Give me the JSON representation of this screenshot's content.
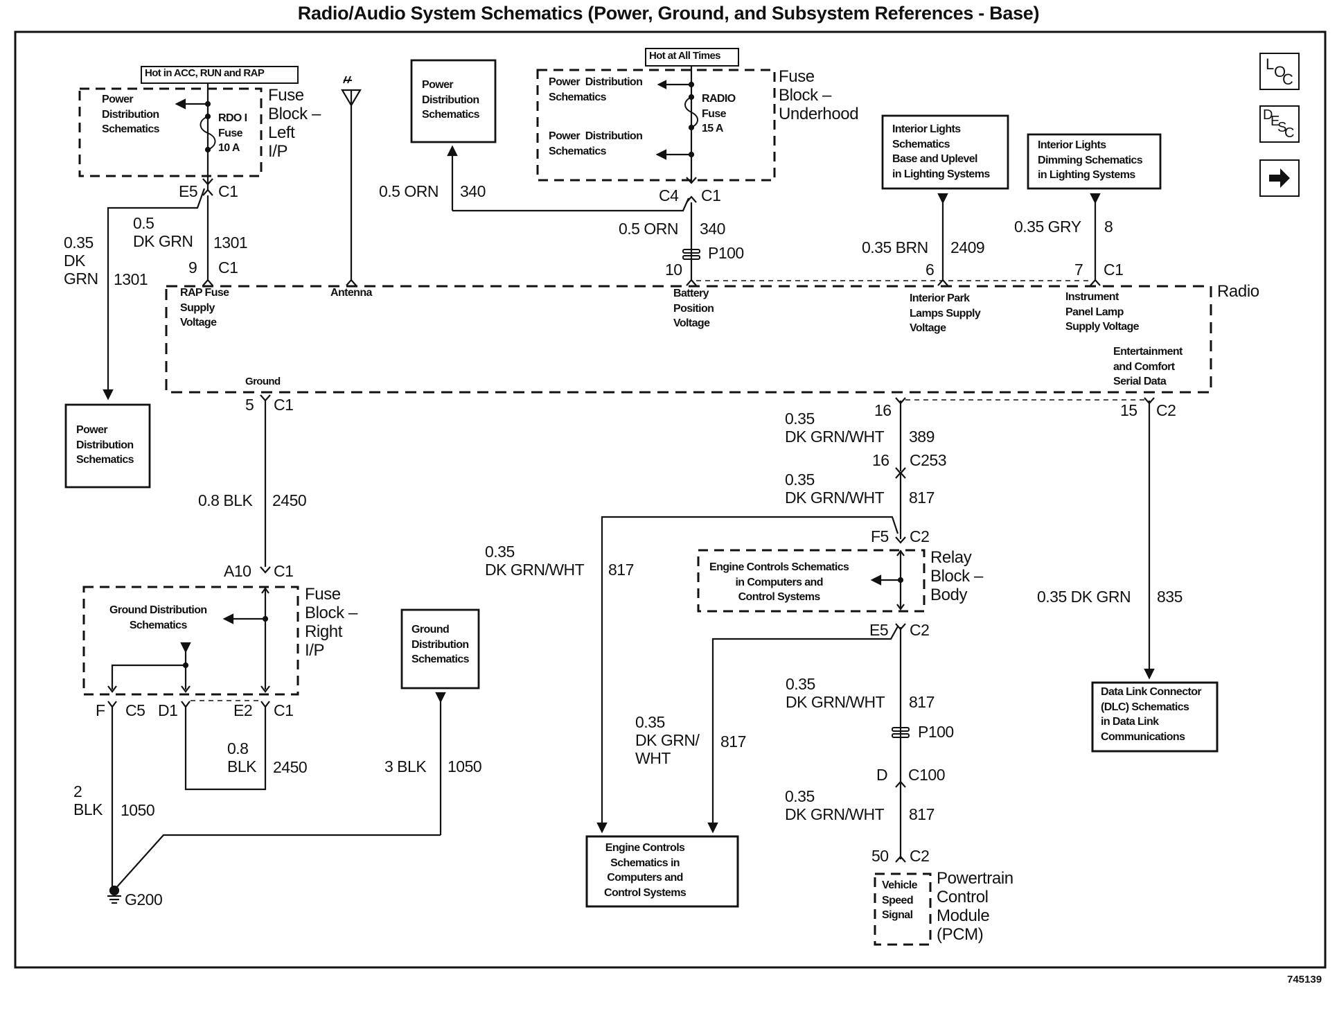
{
  "title": "Radio/Audio System Schematics (Power, Ground, and Subsystem References - Base)",
  "figure_id": "745139",
  "nav_buttons": [
    {
      "name": "loc",
      "letters": [
        "L",
        "O",
        "C"
      ]
    },
    {
      "name": "desc",
      "letters": [
        "D",
        "E",
        "S",
        "C"
      ]
    },
    {
      "name": "next",
      "icon": "right-arrow-icon"
    }
  ],
  "power_notes": {
    "acc_run_rap": "Hot in ACC, RUN and RAP",
    "all_times": "Hot at All Times"
  },
  "fuse_block_left": {
    "label": "Fuse\nBlock –\nLeft\nI/P",
    "pd_ref": "Power\nDistribution\nSchematics",
    "fuse": "RDO I\nFuse\n10 A",
    "connector": {
      "pin": "E5",
      "conn": "C1"
    }
  },
  "fuse_block_underhood": {
    "label": "Fuse\nBlock –\nUnderhood",
    "pd_ref_1": "Power  Distribution\nSchematics",
    "pd_ref_2": "Power  Distribution\nSchematics",
    "fuse": "RADIO\nFuse\n15 A",
    "connector": {
      "pin": "C4",
      "conn": "C1"
    }
  },
  "fuse_block_right": {
    "label": "Fuse\nBlock –\nRight\nI/P",
    "gd_ref": "Ground Distribution\nSchematics",
    "input_connector": {
      "pin": "A10",
      "conn": "C1"
    },
    "out_connectors": [
      {
        "pin": "F",
        "conn": "C5"
      },
      {
        "pin": "D1",
        "conn": ""
      },
      {
        "pin": "E2",
        "conn": "C1"
      }
    ]
  },
  "relay_block": {
    "label": "Relay\nBlock –\nBody",
    "ref": "Engine Controls Schematics\nin Computers and\nControl Systems",
    "in_connector": {
      "pin": "F5",
      "conn": "C2"
    },
    "out_connector": {
      "pin": "E5",
      "conn": "C2"
    }
  },
  "radio": {
    "label": "Radio",
    "terminals": [
      {
        "name": "RAP Fuse\nSupply\nVoltage",
        "pin": "9",
        "conn": "C1"
      },
      {
        "name": "Antenna"
      },
      {
        "name": "Battery\nPosition\nVoltage",
        "pin": "10"
      },
      {
        "name": "Interior Park\nLamps Supply\nVoltage",
        "pin": "6"
      },
      {
        "name": "Instrument\nPanel Lamp\nSupply Voltage",
        "pin": "7",
        "conn": "C1"
      },
      {
        "name": "Entertainment\nand Comfort\nSerial Data"
      },
      {
        "name": "Ground",
        "pin": "5",
        "conn": "C1"
      }
    ],
    "serial_pins": [
      {
        "pin": "16"
      },
      {
        "pin": "15",
        "conn": "C2"
      }
    ]
  },
  "pcm": {
    "label": "Powertrain\nControl\nModule\n(PCM)",
    "signal": "Vehicle\nSpeed\nSignal",
    "connector": {
      "pin": "50",
      "conn": "C2"
    }
  },
  "reference_boxes": {
    "pd_top": "Power\nDistribution\nSchematics",
    "pd_left": "Power\nDistribution\nSchematics",
    "interior_lights": "Interior Lights\nSchematics\nBase and Uplevel\nin Lighting Systems",
    "interior_dimming": "Interior Lights\nDimming Schematics\nin Lighting Systems",
    "ground_dist": "Ground\nDistribution\nSchematics",
    "engine_controls": "Engine Controls\nSchematics in\nComputers and\nControl Systems",
    "dlc": "Data Link Connector\n(DLC) Schematics\nin Data Link\nCommunications"
  },
  "wires": {
    "w1301_a": {
      "gauge_color": "0.5\nDK GRN",
      "circuit": "1301"
    },
    "w1301_b": {
      "gauge_color": "0.35\nDK\nGRN",
      "circuit": "1301"
    },
    "w340_a": {
      "gauge_color": "0.5 ORN",
      "circuit": "340"
    },
    "w340_b": {
      "gauge_color": "0.5 ORN",
      "circuit": "340"
    },
    "w2409": {
      "gauge_color": "0.35 BRN",
      "circuit": "2409"
    },
    "w8": {
      "gauge_color": "0.35 GRY",
      "circuit": "8"
    },
    "w2450_a": {
      "gauge_color": "0.8 BLK",
      "circuit": "2450"
    },
    "w2450_b": {
      "gauge_color": "0.8\nBLK",
      "circuit": "2450"
    },
    "w1050_a": {
      "gauge_color": "2\nBLK",
      "circuit": "1050"
    },
    "w1050_b": {
      "gauge_color": "3 BLK",
      "circuit": "1050"
    },
    "w389": {
      "gauge_color": "0.35\nDK GRN/WHT",
      "circuit": "389"
    },
    "w817_a": {
      "gauge_color": "0.35\nDK GRN/WHT",
      "circuit": "817"
    },
    "w817_b": {
      "gauge_color": "0.35\nDK GRN/WHT",
      "circuit": "817"
    },
    "w817_c": {
      "gauge_color": "0.35\nDK GRN/\nWHT",
      "circuit": "817"
    },
    "w817_d": {
      "gauge_color": "0.35\nDK GRN/WHT",
      "circuit": "817"
    },
    "w817_e": {
      "gauge_color": "0.35\nDK GRN/WHT",
      "circuit": "817"
    },
    "w835": {
      "gauge_color": "0.35 DK GRN",
      "circuit": "835"
    }
  },
  "inline_connectors": {
    "c253": {
      "pin_top": "16",
      "pin": "16",
      "conn": "C253"
    },
    "p100_a": "P100",
    "p100_b": "P100",
    "c100": {
      "pin": "D",
      "conn": "C100"
    }
  },
  "ground": "G200"
}
